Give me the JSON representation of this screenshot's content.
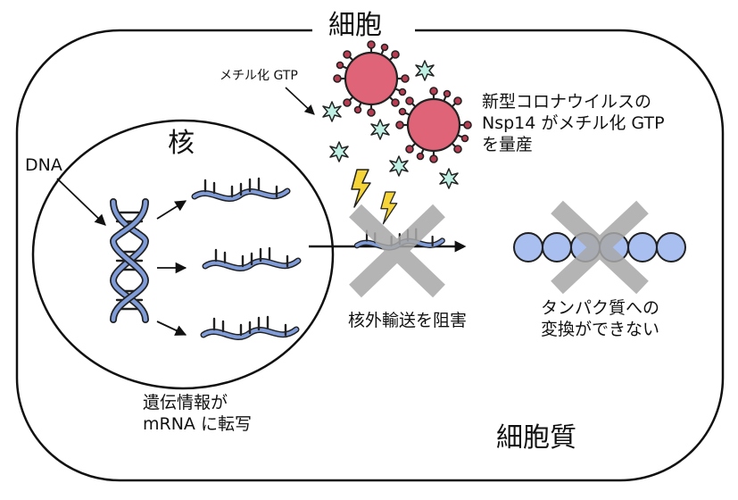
{
  "labels": {
    "cell": "細胞",
    "nucleus": "核",
    "dna": "DNA",
    "methyl_gtp": "メチル化 GTP",
    "virus_text_line1": "新型コロナウイルスの",
    "virus_text_line2": "Nsp14 がメチル化 GTP",
    "virus_text_line3": "を量産",
    "export_block": "核外輸送を阻害",
    "protein_line1": "タンパク質への",
    "protein_line2": "変換ができない",
    "genetic_line1": "遺伝情報が",
    "genetic_line2": "mRNA に転写",
    "cytoplasm": "細胞質"
  },
  "colors": {
    "virus": "#e06478",
    "virus_dark": "#b83c52",
    "star": "#bff0e3",
    "rna": "#7f9cd8",
    "bead": "#a9bff0",
    "lightning": "#f5d43a",
    "cross": "#a8a8a8"
  }
}
